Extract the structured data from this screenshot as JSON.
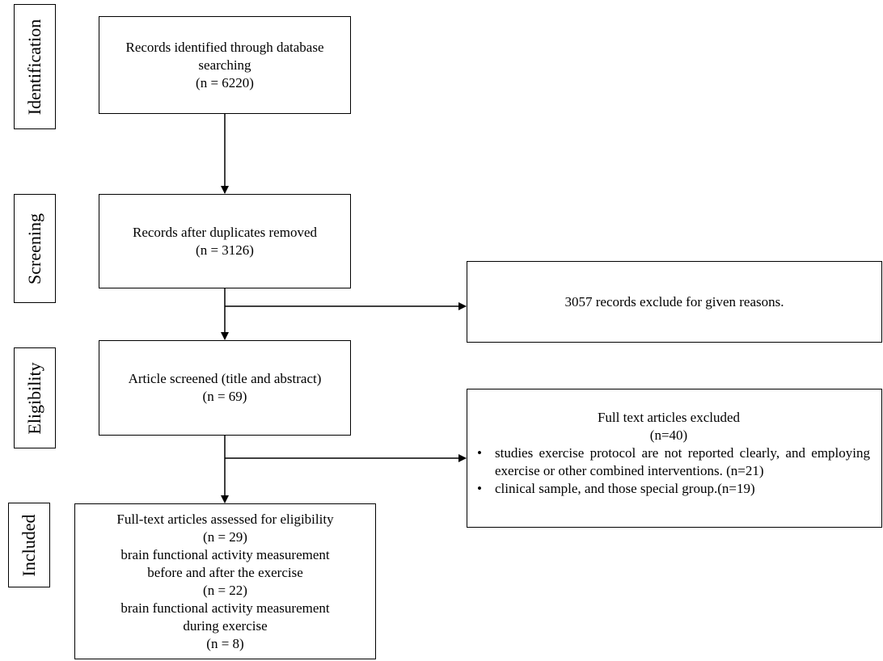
{
  "stages": {
    "identification": "Identification",
    "screening": "Screening",
    "eligibility": "Eligibility",
    "included": "Included"
  },
  "boxes": {
    "identified": {
      "line1": "Records identified through database",
      "line2": "searching",
      "count": "(n = 6220)"
    },
    "duplicates_removed": {
      "line1": "Records after duplicates removed",
      "count": "(n = 3126)"
    },
    "excluded_records": {
      "text": "3057 records exclude for given reasons."
    },
    "screened": {
      "line1": "Article screened (title and abstract)",
      "count": "(n = 69)"
    },
    "fulltext_excluded": {
      "title": "Full text articles excluded",
      "count": "(n=40)",
      "bullets": [
        "studies exercise protocol are not reported clearly, and employing exercise or other combined interventions. (n=21)",
        "clinical sample, and those special group.(n=19)"
      ]
    },
    "included": {
      "line1": "Full-text articles assessed for eligibility",
      "count1": "(n = 29)",
      "line2": "brain functional activity measurement",
      "line3": "before and after the exercise",
      "count2": "(n = 22)",
      "line4": "brain functional activity measurement",
      "line5": "during exercise",
      "count3": "(n = 8)"
    }
  }
}
